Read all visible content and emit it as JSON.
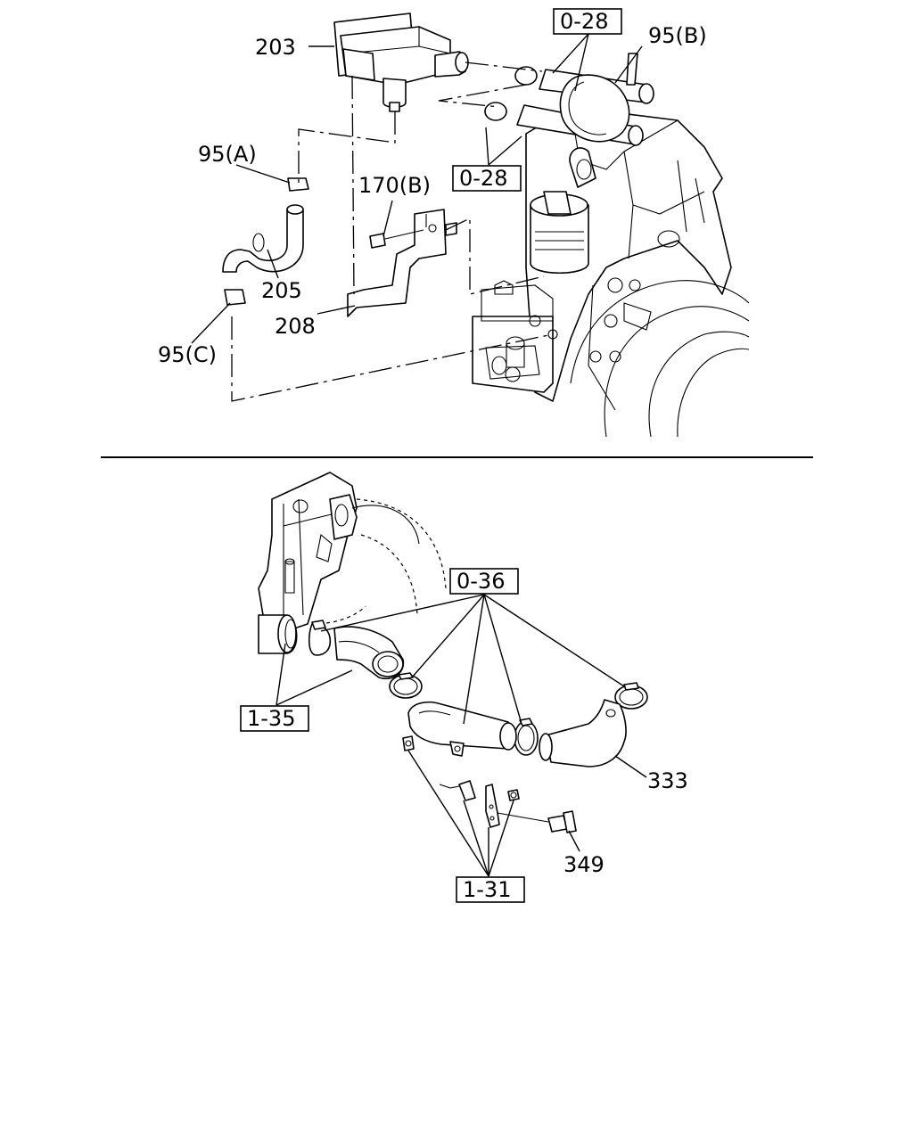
{
  "callouts": {
    "p203": "203",
    "ref028a": "0-28",
    "p95b": "95(B)",
    "p95a": "95(A)",
    "ref028b": "0-28",
    "p170b": "170(B)",
    "p205": "205",
    "p208": "208",
    "p95c": "95(C)",
    "ref036": "0-36",
    "ref135": "1-35",
    "p333": "333",
    "p349": "349",
    "ref131": "1-31"
  }
}
